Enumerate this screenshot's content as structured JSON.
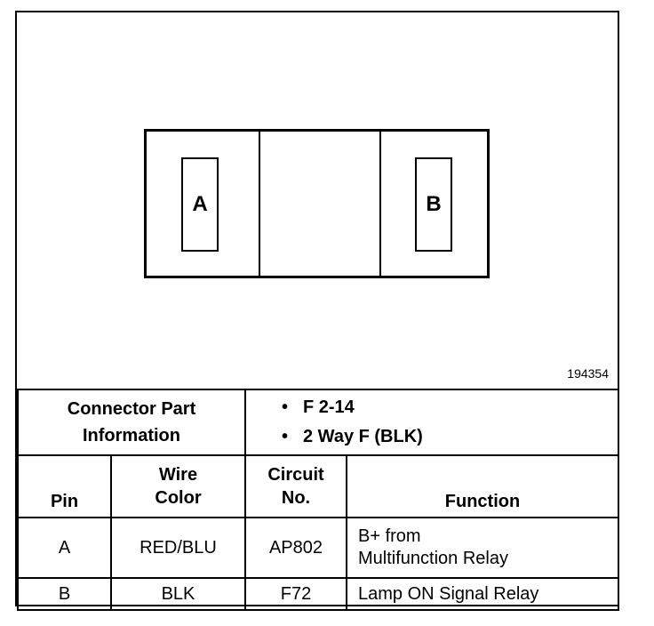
{
  "diagram": {
    "pins": [
      {
        "label": "A"
      },
      {
        "label": "B"
      }
    ],
    "figure_number": "194354"
  },
  "connector_info": {
    "label": "Connector Part Information",
    "label_line1": "Connector Part",
    "label_line2": "Information",
    "items": [
      "F 2-14",
      "2 Way F (BLK)"
    ],
    "bullet": "•"
  },
  "table": {
    "headers": {
      "pin": "Pin",
      "wire_color_line1": "Wire",
      "wire_color_line2": "Color",
      "circuit_line1": "Circuit",
      "circuit_line2": "No.",
      "function": "Function"
    },
    "rows": [
      {
        "pin": "A",
        "wire_color": "RED/BLU",
        "circuit": "AP802",
        "function_line1": "B+ from",
        "function_line2": "Multifunction Relay"
      },
      {
        "pin": "B",
        "wire_color": "BLK",
        "circuit": "F72",
        "function_line1": "Lamp ON Signal Relay",
        "function_line2": ""
      }
    ]
  }
}
